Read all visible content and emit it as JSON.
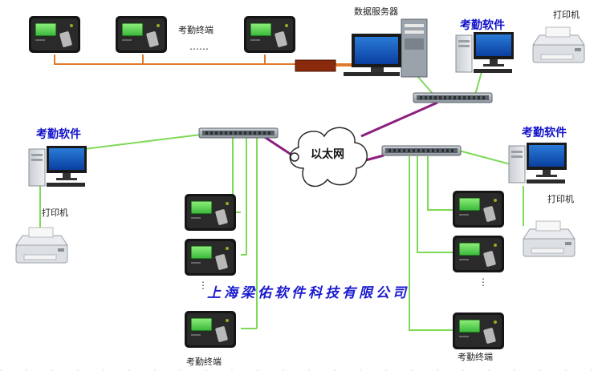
{
  "labels": {
    "data_server": "数据服务器",
    "attendance_software": "考勤软件",
    "printer": "打印机",
    "attendance_terminal": "考勤终端",
    "ethernet": "以太网",
    "company": "上海梁佑软件科技有限公司",
    "ellipsis_horizontal": "……",
    "ellipsis_vertical": "⋮"
  },
  "colors": {
    "orange_line": "#e07a2a",
    "green_line": "#7ed957",
    "purple_line": "#8b1e7f",
    "label_blue": "#1010c8"
  }
}
